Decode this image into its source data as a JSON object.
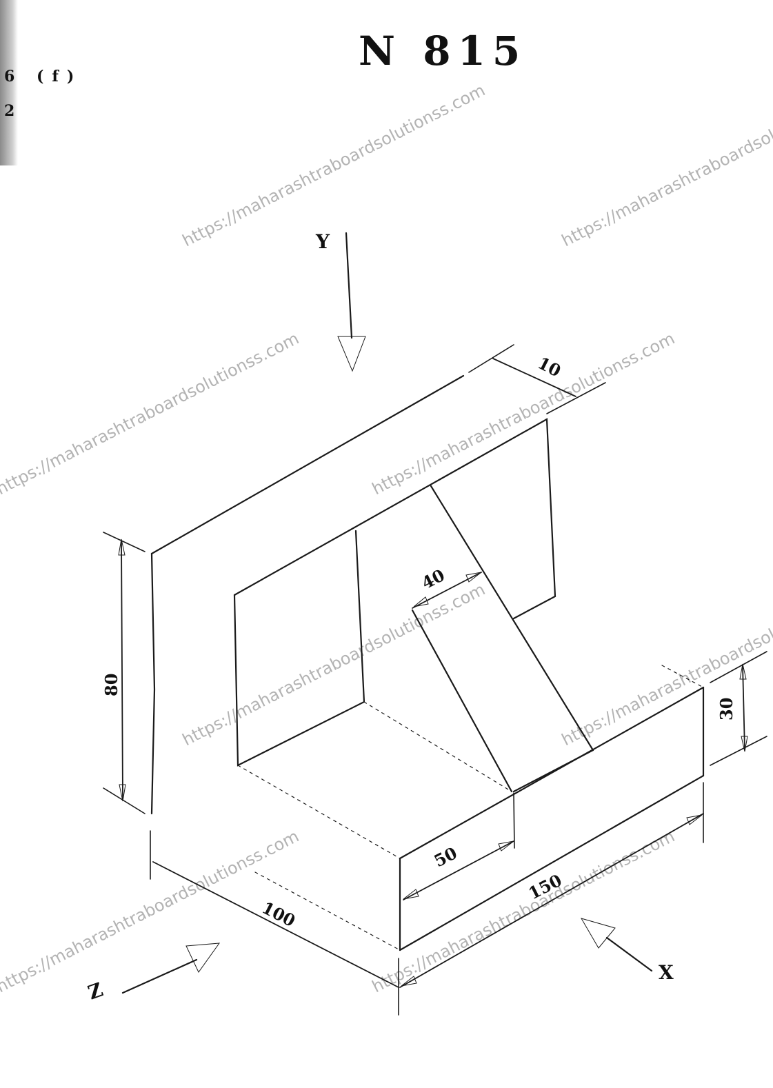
{
  "title": "N 815",
  "corner_marks": [
    "6 (f)",
    "2"
  ],
  "views": {
    "front": "X",
    "top": "Y",
    "side": "Z"
  },
  "dimensions": {
    "overall_width": "100",
    "left_height": "80",
    "total_length": "150",
    "groove_width": "40",
    "base_step": "50",
    "base_height": "30",
    "top_thickness": "10"
  },
  "watermark": "https://maharashtraboardsolutionss.com"
}
